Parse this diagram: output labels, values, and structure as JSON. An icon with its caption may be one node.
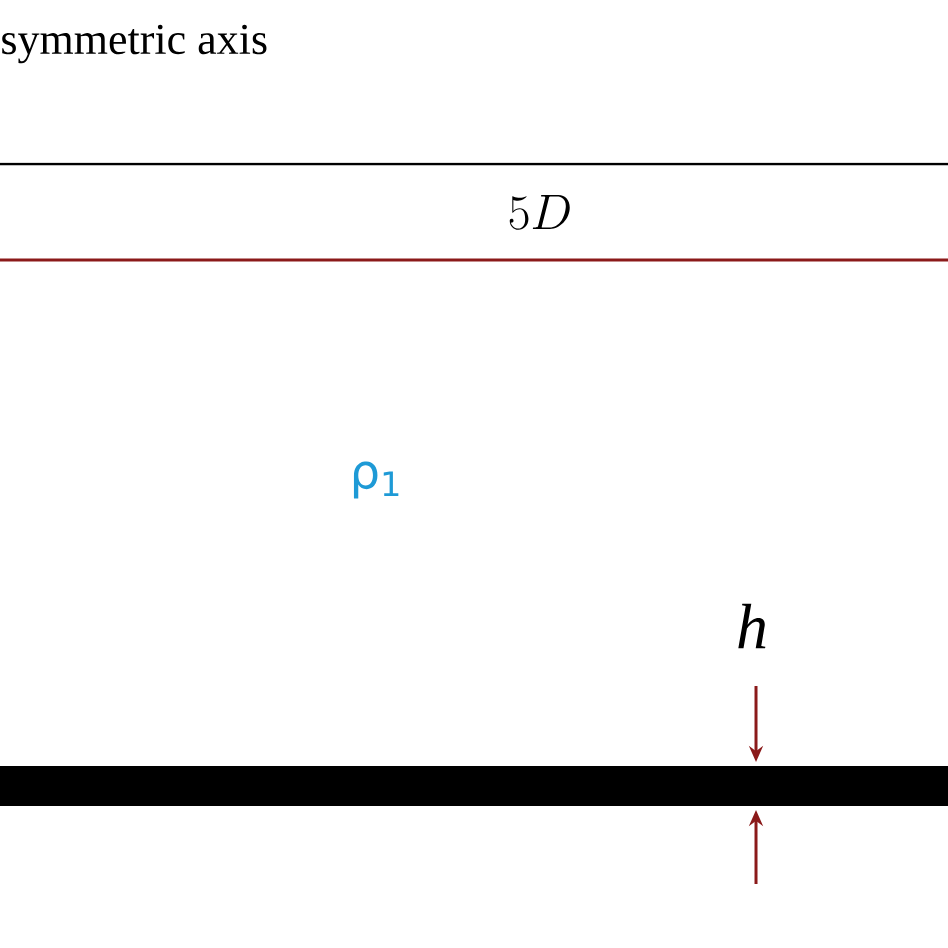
{
  "diagram": {
    "nodes": [
      {
        "text": [],
        "shape": "bar"
      }
    ],
    "labels": [
      "symmetric axis",
      "5D",
      "ρ$_{1}$",
      "h"
    ]
  }
}
